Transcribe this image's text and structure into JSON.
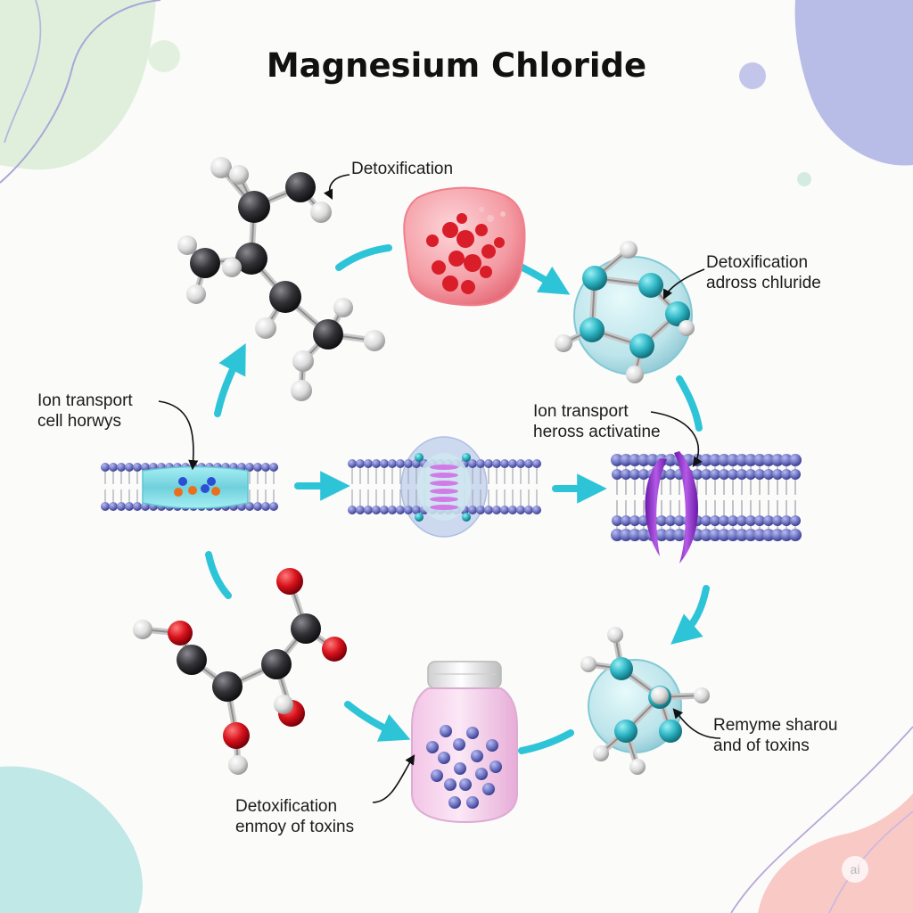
{
  "title": "Magnesium Chloride",
  "labels": {
    "top_center": "Detoxification",
    "top_right": [
      "Detoxification",
      "adross chluride"
    ],
    "mid_left": [
      "Ion transport",
      "cell horwys"
    ],
    "mid_right": [
      "Ion transport",
      "heross activatine"
    ],
    "bottom_right": [
      "Remyme sharou",
      "and of toxins"
    ],
    "bottom_left": [
      "Detoxification",
      "enmoy of toxins"
    ]
  },
  "watermark": "ai",
  "colors": {
    "arrow": "#2ec4d8",
    "carbon": "#2f2f33",
    "hydrogen": "#e8e8e8",
    "oxygen": "#d8121c",
    "teal_atom": "#2fb5c4",
    "membrane_head": "#6f74c2",
    "channel": "#8ee0e8",
    "blob": "#f49aa2",
    "jar_liquid": "#f4c7ea",
    "purple_protein": "#9a34d0"
  }
}
